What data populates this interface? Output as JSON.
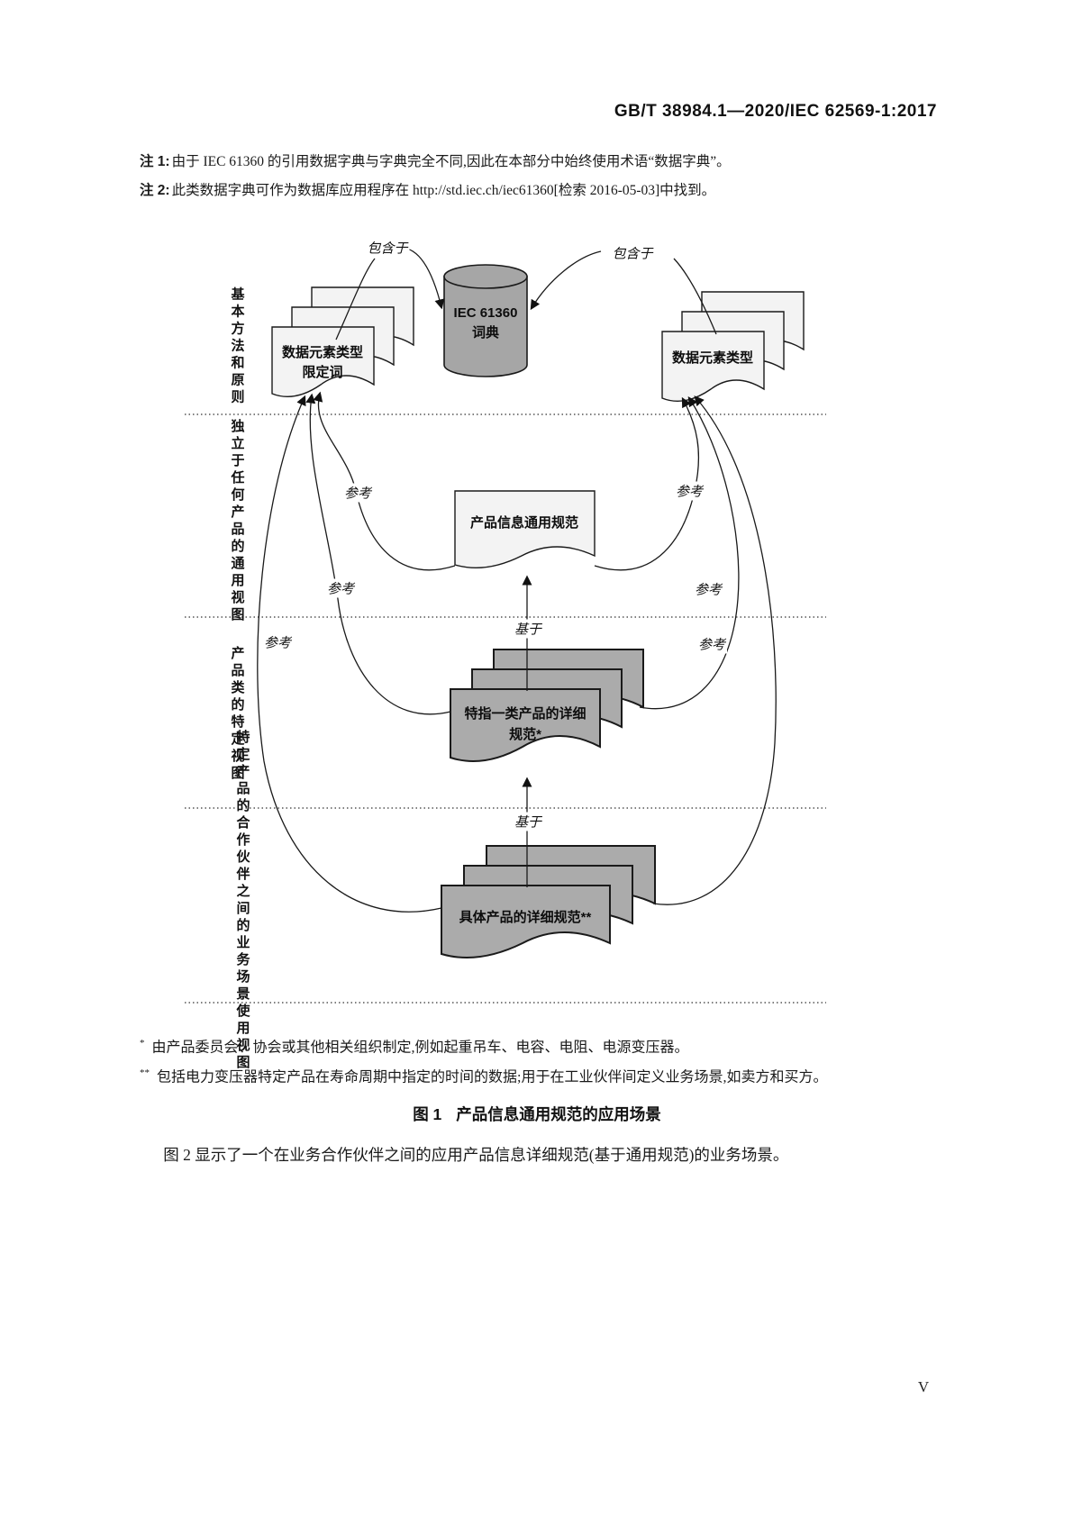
{
  "page": {
    "header": "GB/T 38984.1—2020/IEC 62569-1:2017",
    "page_number": "V"
  },
  "notes": [
    {
      "label": "注 1:",
      "text": "由于 IEC 61360 的引用数据字典与字典完全不同,因此在本部分中始终使用术语“数据字典”。"
    },
    {
      "label": "注 2:",
      "text": "此类数据字典可作为数据库应用程序在 http://std.iec.ch/iec61360[检索 2016-05-03]中找到。"
    }
  ],
  "diagram": {
    "side_labels": [
      {
        "text": "基本方法和原则"
      },
      {
        "text": "独立于任何产品的通用视图"
      },
      {
        "text": "产品类的特定视图"
      },
      {
        "col_first": "特定产品的合作伙伴之间",
        "col_second": "的业务场景使用视图"
      }
    ],
    "nodes": {
      "dictionary": {
        "line1": "IEC 61360",
        "line2": "词典"
      },
      "qualifier_stack": {
        "line1": "数据元素类型",
        "line2": "限定词"
      },
      "type_stack": {
        "line1": "数据元素类型"
      },
      "generic_spec": {
        "line1": "产品信息通用规范"
      },
      "class_spec": {
        "line1": "特指一类产品的详细",
        "line2": "规范*"
      },
      "product_spec": {
        "line1": "具体产品的详细规范**"
      }
    },
    "edge_labels": {
      "contained_in": [
        "包含于",
        "包含于"
      ],
      "reference": [
        "参考",
        "参考",
        "参考",
        "参考",
        "参考",
        "参考"
      ],
      "based_on": [
        "基于",
        "基于"
      ]
    },
    "colors": {
      "cylinder_fill": "#a6a6a6",
      "light_doc_fill": "#f3f3f3",
      "dark_doc_fill": "#ababab",
      "line": "#1a1a1a"
    }
  },
  "footnotes": [
    {
      "marker": "*",
      "text": "由产品委员会、协会或其他相关组织制定,例如起重吊车、电容、电阻、电源变压器。"
    },
    {
      "marker": "**",
      "text": "包括电力变压器特定产品在寿命周期中指定的时间的数据;用于在工业伙伴间定义业务场景,如卖方和买方。"
    }
  ],
  "figure": {
    "label": "图 1",
    "title": "产品信息通用规范的应用场景"
  },
  "paragraph": "图 2 显示了一个在业务合作伙伴之间的应用产品信息详细规范(基于通用规范)的业务场景。"
}
